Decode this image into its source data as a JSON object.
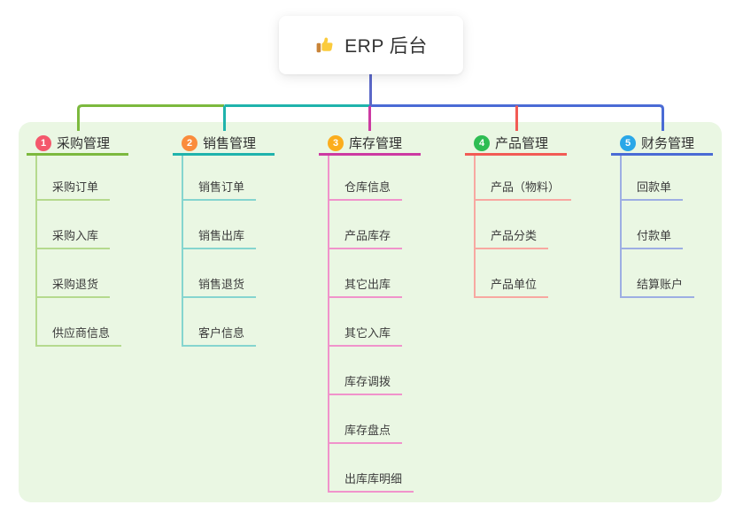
{
  "root": {
    "title": "ERP 后台",
    "icon": "thumbs-up-icon",
    "icon_colors": {
      "hand": "#FBCB3C",
      "cuff": "#C98438"
    }
  },
  "branches": [
    {
      "badge": "1",
      "label": "采购管理",
      "badge_color": "#F4586C",
      "line_color": "#7CB93E",
      "child_line_color": "#B5DA8E",
      "children": [
        "采购订单",
        "采购入库",
        "采购退货",
        "供应商信息"
      ]
    },
    {
      "badge": "2",
      "label": "销售管理",
      "badge_color": "#FA8C3C",
      "line_color": "#1FB3AC",
      "child_line_color": "#85D5CF",
      "children": [
        "销售订单",
        "销售出库",
        "销售退货",
        "客户信息"
      ]
    },
    {
      "badge": "3",
      "label": "库存管理",
      "badge_color": "#FBAD1D",
      "line_color": "#CC3AA2",
      "child_line_color": "#F093CB",
      "children": [
        "仓库信息",
        "产品库存",
        "其它出库",
        "其它入库",
        "库存调拨",
        "库存盘点",
        "出库库明细"
      ]
    },
    {
      "badge": "4",
      "label": "产品管理",
      "badge_color": "#2EBD53",
      "line_color": "#F25B55",
      "child_line_color": "#F8A8A1",
      "children": [
        "产品（物料）",
        "产品分类",
        "产品单位"
      ]
    },
    {
      "badge": "5",
      "label": "财务管理",
      "badge_color": "#2AA7E8",
      "line_color": "#4A6BD5",
      "child_line_color": "#9DAEE3",
      "children": [
        "回款单",
        "付款单",
        "结算账户"
      ]
    }
  ],
  "colors": {
    "canvas_bg": "#FFFFFF",
    "panel_bg": "#EAF7E3",
    "root_line": "#5B68C8",
    "header_text": "#303030",
    "child_text": "#3C3C3C"
  }
}
